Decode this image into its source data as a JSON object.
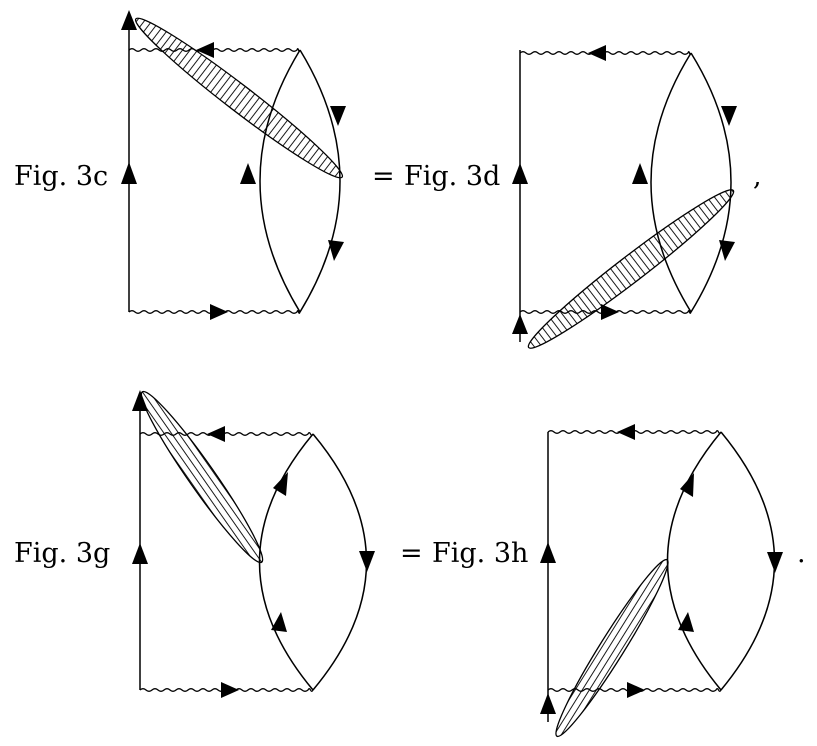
{
  "labels": {
    "fig3c": "Fig. 3c",
    "eq_top": "=",
    "fig3d": "Fig. 3d",
    "comma": ",",
    "fig3g": "Fig. 3g",
    "eq_bottom": "=",
    "fig3h": "Fig. 3h",
    "period": "."
  },
  "colors": {
    "ink": "#000000",
    "background": "#ffffff"
  }
}
